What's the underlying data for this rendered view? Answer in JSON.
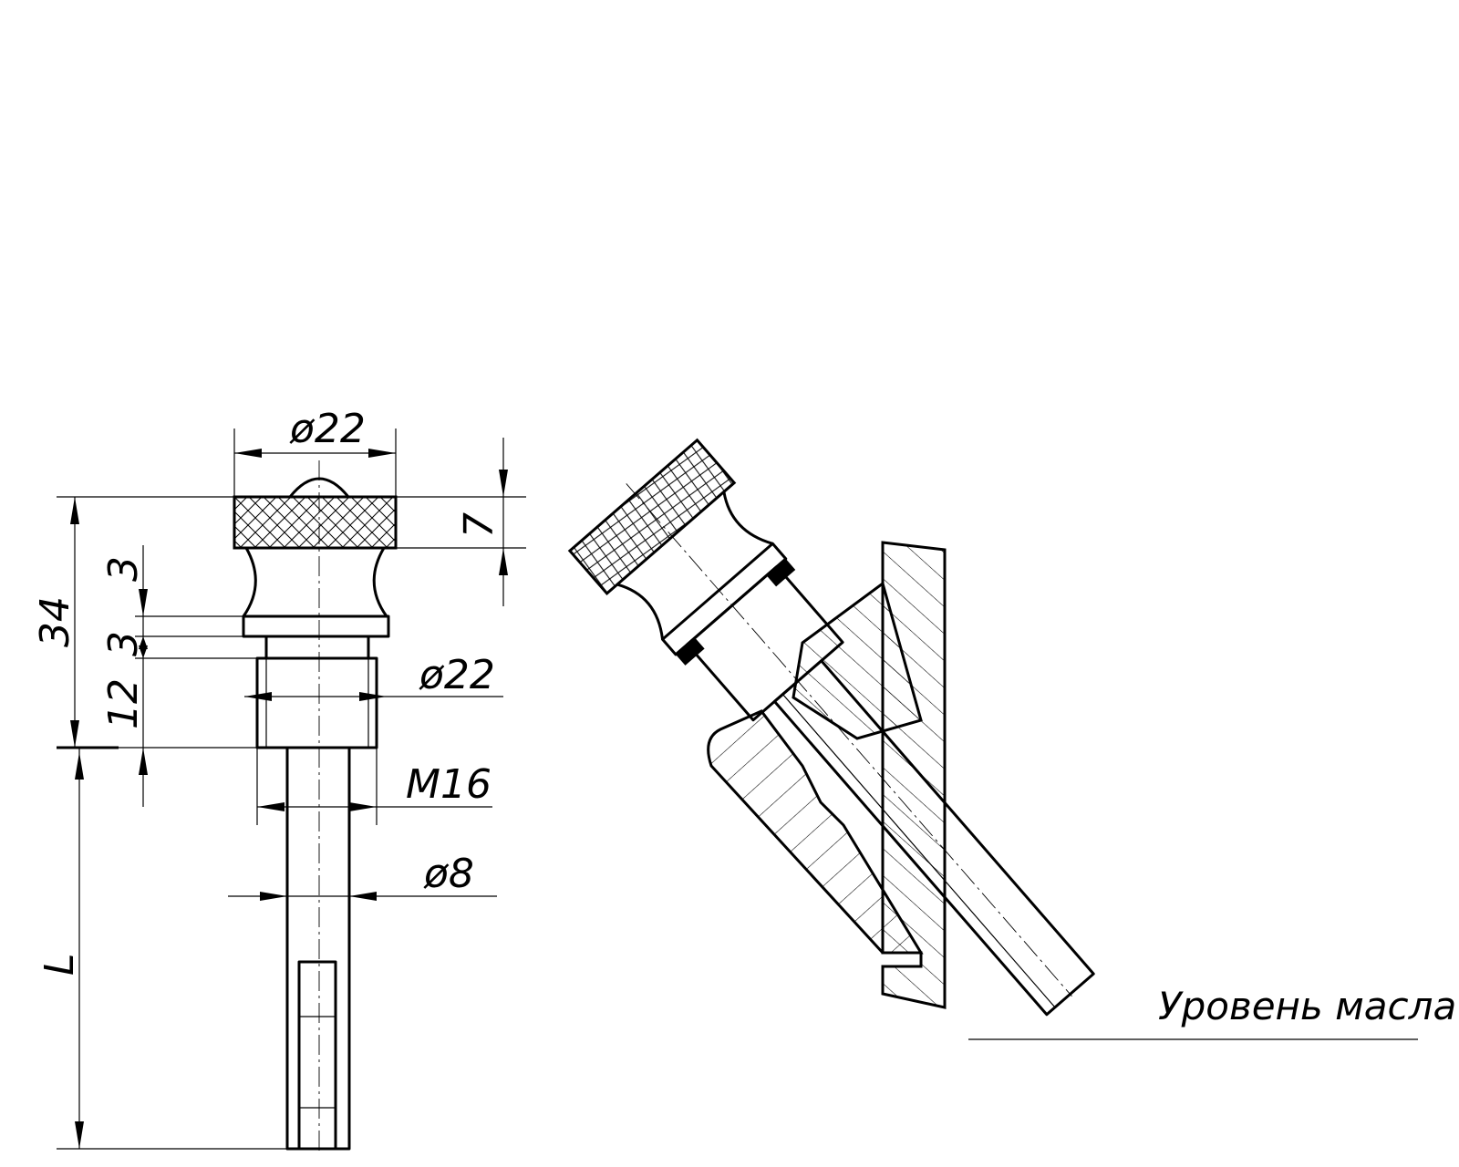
{
  "dimensions": {
    "head_diameter": "ø22",
    "collar_diameter": "ø22",
    "head_height": "7",
    "overall_height": "34",
    "neck_height": "3",
    "flange_height": "3",
    "thread_length": "12",
    "thread": "M16",
    "rod_diameter": "ø8",
    "rod_length": "L"
  },
  "labels": {
    "oil_level": "Уровень масла"
  },
  "icons": {
    "knurl": "crosshatch-pattern",
    "section": "diagonal-hatch-pattern"
  },
  "colors": {
    "line": "#000000",
    "background": "#ffffff"
  }
}
